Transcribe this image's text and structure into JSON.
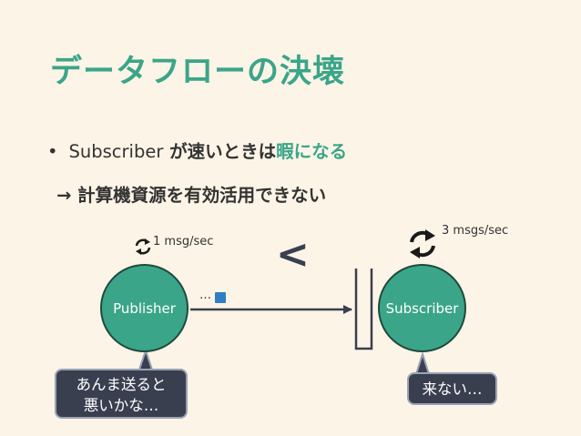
{
  "slide": {
    "title": "データフローの決壊",
    "bullet": {
      "marker": "•",
      "prefix": "Subscriber",
      "middle": " が速いときは",
      "accent": "暇になる"
    },
    "consequence": "→ 計算機資源を有効活用できない"
  },
  "diagram": {
    "publisher": {
      "label": "Publisher",
      "rate": "1 msg/sec"
    },
    "subscriber": {
      "label": "Subscriber",
      "rate": "3 msgs/sec"
    },
    "comparison_symbol": "<",
    "queue_ellipsis": "…",
    "publisher_bubble": [
      "あんま送ると",
      "悪いかな…"
    ],
    "subscriber_bubble": "来ない…"
  },
  "colors": {
    "background": "#fcf4e6",
    "accent": "#3aa589",
    "node_fill": "#3aa589",
    "bubble_fill": "#3a3f4f",
    "message": "#2f7fc0",
    "dark": "#3a3f4f"
  },
  "icons": [
    "refresh-icon",
    "message-square"
  ]
}
